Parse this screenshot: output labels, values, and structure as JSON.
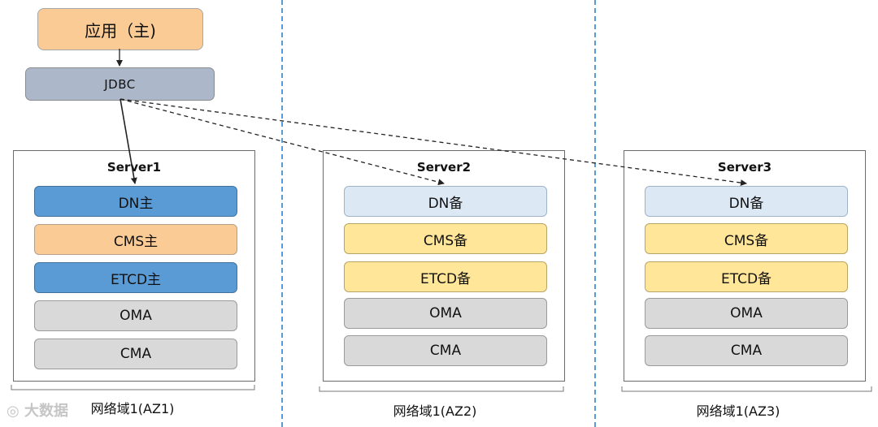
{
  "application": {
    "label": "应用（主)"
  },
  "driver": {
    "label": "JDBC"
  },
  "servers": [
    {
      "name": "Server1",
      "components": [
        {
          "label": "DN主",
          "color": "#5b9bd5"
        },
        {
          "label": "CMS主",
          "color": "#fbcb96"
        },
        {
          "label": "ETCD主",
          "color": "#5b9bd5"
        },
        {
          "label": "OMA",
          "color": "#d9d9d9"
        },
        {
          "label": "CMA",
          "color": "#d9d9d9"
        }
      ],
      "zone": "网络域1(AZ1)"
    },
    {
      "name": "Server2",
      "components": [
        {
          "label": "DN备",
          "color": "#dde8f5"
        },
        {
          "label": "CMS备",
          "color": "#ffe699"
        },
        {
          "label": "ETCD备",
          "color": "#ffe699"
        },
        {
          "label": "OMA",
          "color": "#d9d9d9"
        },
        {
          "label": "CMA",
          "color": "#d9d9d9"
        }
      ],
      "zone": "网络域1(AZ2)"
    },
    {
      "name": "Server3",
      "components": [
        {
          "label": "DN备",
          "color": "#dde8f5"
        },
        {
          "label": "CMS备",
          "color": "#ffe699"
        },
        {
          "label": "ETCD备",
          "color": "#ffe699"
        },
        {
          "label": "OMA",
          "color": "#d9d9d9"
        },
        {
          "label": "CMA",
          "color": "#d9d9d9"
        }
      ],
      "zone": "网络域1(AZ3)"
    }
  ],
  "watermark": {
    "text": "大数据"
  },
  "colors": {
    "divider": "#5b9bd5",
    "connector": "#222222"
  }
}
